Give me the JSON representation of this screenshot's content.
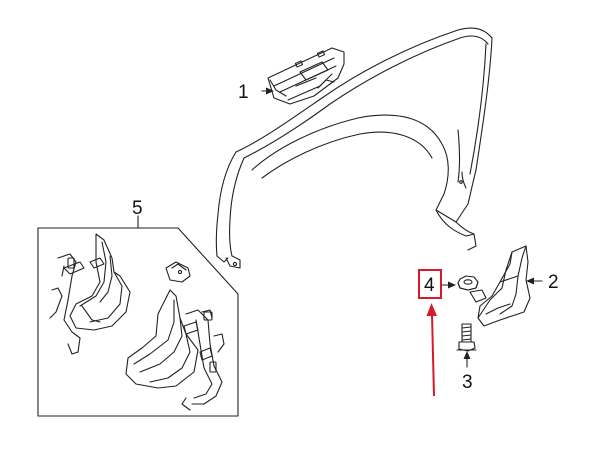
{
  "diagram": {
    "colors": {
      "line": "#222222",
      "highlight_box": "#d7192b",
      "pointer_arrow": "#d7192b",
      "background": "#ffffff"
    },
    "callouts": [
      {
        "id": "c1",
        "label": "1"
      },
      {
        "id": "c2",
        "label": "2"
      },
      {
        "id": "c3",
        "label": "3"
      },
      {
        "id": "c4",
        "label": "4",
        "highlighted": true
      },
      {
        "id": "c5",
        "label": "5"
      }
    ],
    "parts": [
      {
        "id": "fender",
        "icon": "fender-panel-icon"
      },
      {
        "id": "vent",
        "icon": "fender-vent-icon"
      },
      {
        "id": "splash-guard-bracket",
        "icon": "bracket-icon"
      },
      {
        "id": "bolt",
        "icon": "bolt-icon"
      },
      {
        "id": "nut",
        "icon": "nut-icon"
      },
      {
        "id": "mud-flap-kit",
        "icon": "mud-flap-icon"
      }
    ]
  }
}
